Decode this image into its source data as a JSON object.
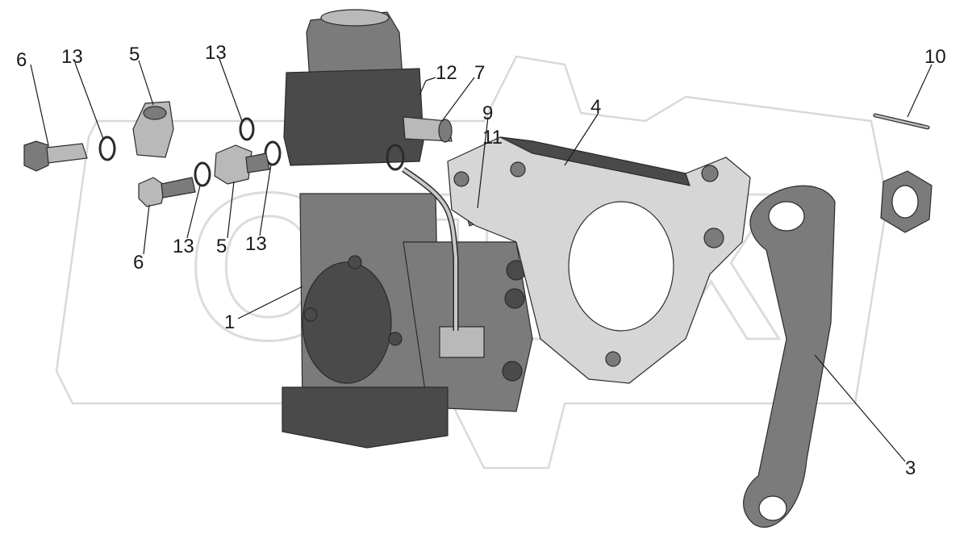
{
  "callouts": [
    {
      "id": "c6a",
      "label": "6"
    },
    {
      "id": "c13a",
      "label": "13"
    },
    {
      "id": "c5a",
      "label": "5"
    },
    {
      "id": "c13b",
      "label": "13"
    },
    {
      "id": "c12",
      "label": "12"
    },
    {
      "id": "c7",
      "label": "7"
    },
    {
      "id": "c9",
      "label": "9"
    },
    {
      "id": "c11",
      "label": "11"
    },
    {
      "id": "c4",
      "label": "4"
    },
    {
      "id": "c10",
      "label": "10"
    },
    {
      "id": "c6b",
      "label": "6"
    },
    {
      "id": "c13c",
      "label": "13"
    },
    {
      "id": "c5b",
      "label": "5"
    },
    {
      "id": "c13d",
      "label": "13"
    },
    {
      "id": "c1",
      "label": "1"
    },
    {
      "id": "c3",
      "label": "3"
    }
  ],
  "watermark": {
    "text": "ОПЕХ"
  }
}
